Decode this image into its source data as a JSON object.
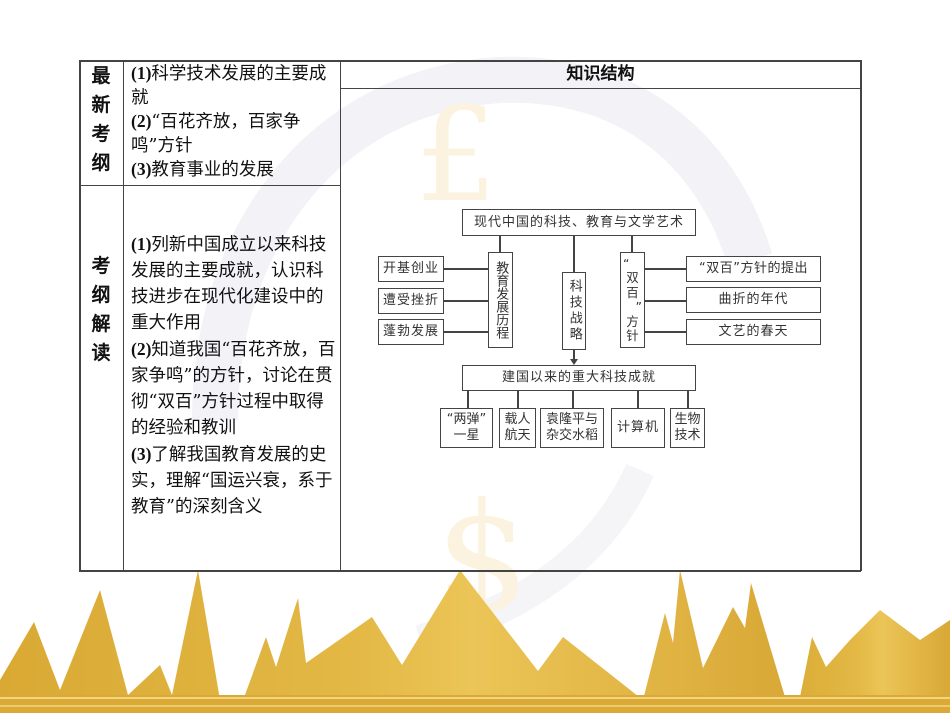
{
  "colors": {
    "gold": "#DDAE3A",
    "gold_light": "#F0CF6E",
    "border": "#444444",
    "watermark_gray": "#EEEEF4",
    "watermark_gold": "#FBF3DF"
  },
  "table": {
    "rows": [
      {
        "label": [
          "最",
          "新",
          "考",
          "纲"
        ],
        "items": [
          {
            "num": "(1)",
            "text": "科学技术发展的主要成就"
          },
          {
            "num": "(2)",
            "text": "“百花齐放，百家争鸣”方针"
          },
          {
            "num": "(3)",
            "text": "教育事业的发展"
          }
        ]
      },
      {
        "label": [
          "考",
          "纲",
          "解",
          "读"
        ],
        "items": [
          {
            "num": "(1)",
            "text": "列新中国成立以来科技发展的主要成就，认识科技进步在现代化建设中的重大作用"
          },
          {
            "num": "(2)",
            "text": "知道我国“百花齐放，百家争鸣”的方针，讨论在贯彻“双百”方针过程中取得的经验和教训"
          },
          {
            "num": "(3)",
            "text": "了解我国教育发展的史实，理解“国运兴衰，系于教育”的深刻含义"
          }
        ]
      }
    ],
    "knowledge_header": "知识结构"
  },
  "diagram": {
    "root": "现代中国的科技、教育与文学艺术",
    "education": {
      "title": "教育发展历程",
      "children": [
        "开基创业",
        "遭受挫折",
        "蓬勃发展"
      ]
    },
    "science": {
      "title": "科技战略"
    },
    "policy": {
      "title_chars": [
        "“",
        "双",
        "百",
        "”",
        "方",
        "针"
      ],
      "children": [
        "“双百”方针的提出",
        "曲折的年代",
        "文艺的春天"
      ]
    },
    "achievements": {
      "title": "建国以来的重大科技成就",
      "children": [
        [
          "“两弹”",
          "一星"
        ],
        [
          "载人",
          "航天"
        ],
        [
          "袁隆平与",
          "杂交水稻"
        ],
        [
          "计算机"
        ],
        [
          "生物",
          "技术"
        ]
      ]
    }
  }
}
